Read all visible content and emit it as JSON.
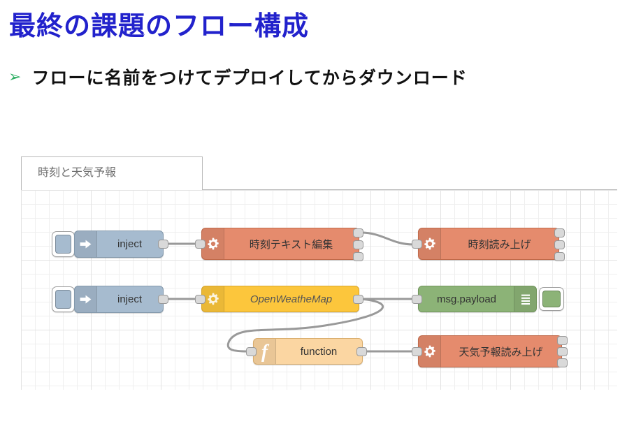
{
  "slide": {
    "title": "最終の課題のフロー構成",
    "bullet": {
      "marker": "➢",
      "text": "フローに名前をつけてデプロイしてからダウンロード"
    }
  },
  "editor": {
    "tab": {
      "label": "時刻と天気予報"
    },
    "nodes": [
      {
        "id": "inject-1",
        "type": "inject",
        "label": "inject"
      },
      {
        "id": "edit-time-text",
        "type": "tts",
        "label": "時刻テキスト編集"
      },
      {
        "id": "speak-time",
        "type": "tts",
        "label": "時刻読み上げ"
      },
      {
        "id": "inject-2",
        "type": "inject",
        "label": "inject"
      },
      {
        "id": "openweathermap",
        "type": "weather",
        "label": "OpenWeatheMap"
      },
      {
        "id": "debug",
        "type": "debug",
        "label": "msg.payload"
      },
      {
        "id": "function",
        "type": "function",
        "label": "function"
      },
      {
        "id": "speak-weather",
        "type": "tts",
        "label": "天気予報読み上げ"
      }
    ],
    "wires": [
      {
        "from": "inject-1",
        "to": "edit-time-text"
      },
      {
        "from": "edit-time-text",
        "to": "speak-time",
        "from_output": 1
      },
      {
        "from": "inject-2",
        "to": "openweathermap"
      },
      {
        "from": "openweathermap",
        "to": "debug"
      },
      {
        "from": "openweathermap",
        "to": "function"
      },
      {
        "from": "function",
        "to": "speak-weather"
      }
    ],
    "icons": {
      "inject": "inject-arrow-icon",
      "tts": "gear-icon",
      "weather": "gear-icon",
      "function": "function-f-icon",
      "debug": "debug-list-icon"
    },
    "colors": {
      "title_blue": "#2222cc",
      "bullet_green": "#2eae63",
      "inject_bg": "#a6bbcf",
      "inject_border": "#8398ab",
      "tts_bg": "#e58b6d",
      "tts_border": "#c06a4a",
      "weather_bg": "#fcc63c",
      "weather_border": "#d8a52b",
      "debug_bg": "#8cb377",
      "debug_border": "#71955b",
      "function_bg": "#fbd6a2",
      "function_border": "#d9ad6d",
      "wire": "#999999",
      "port_bg": "#d9d9d9",
      "port_border": "#999999"
    }
  }
}
